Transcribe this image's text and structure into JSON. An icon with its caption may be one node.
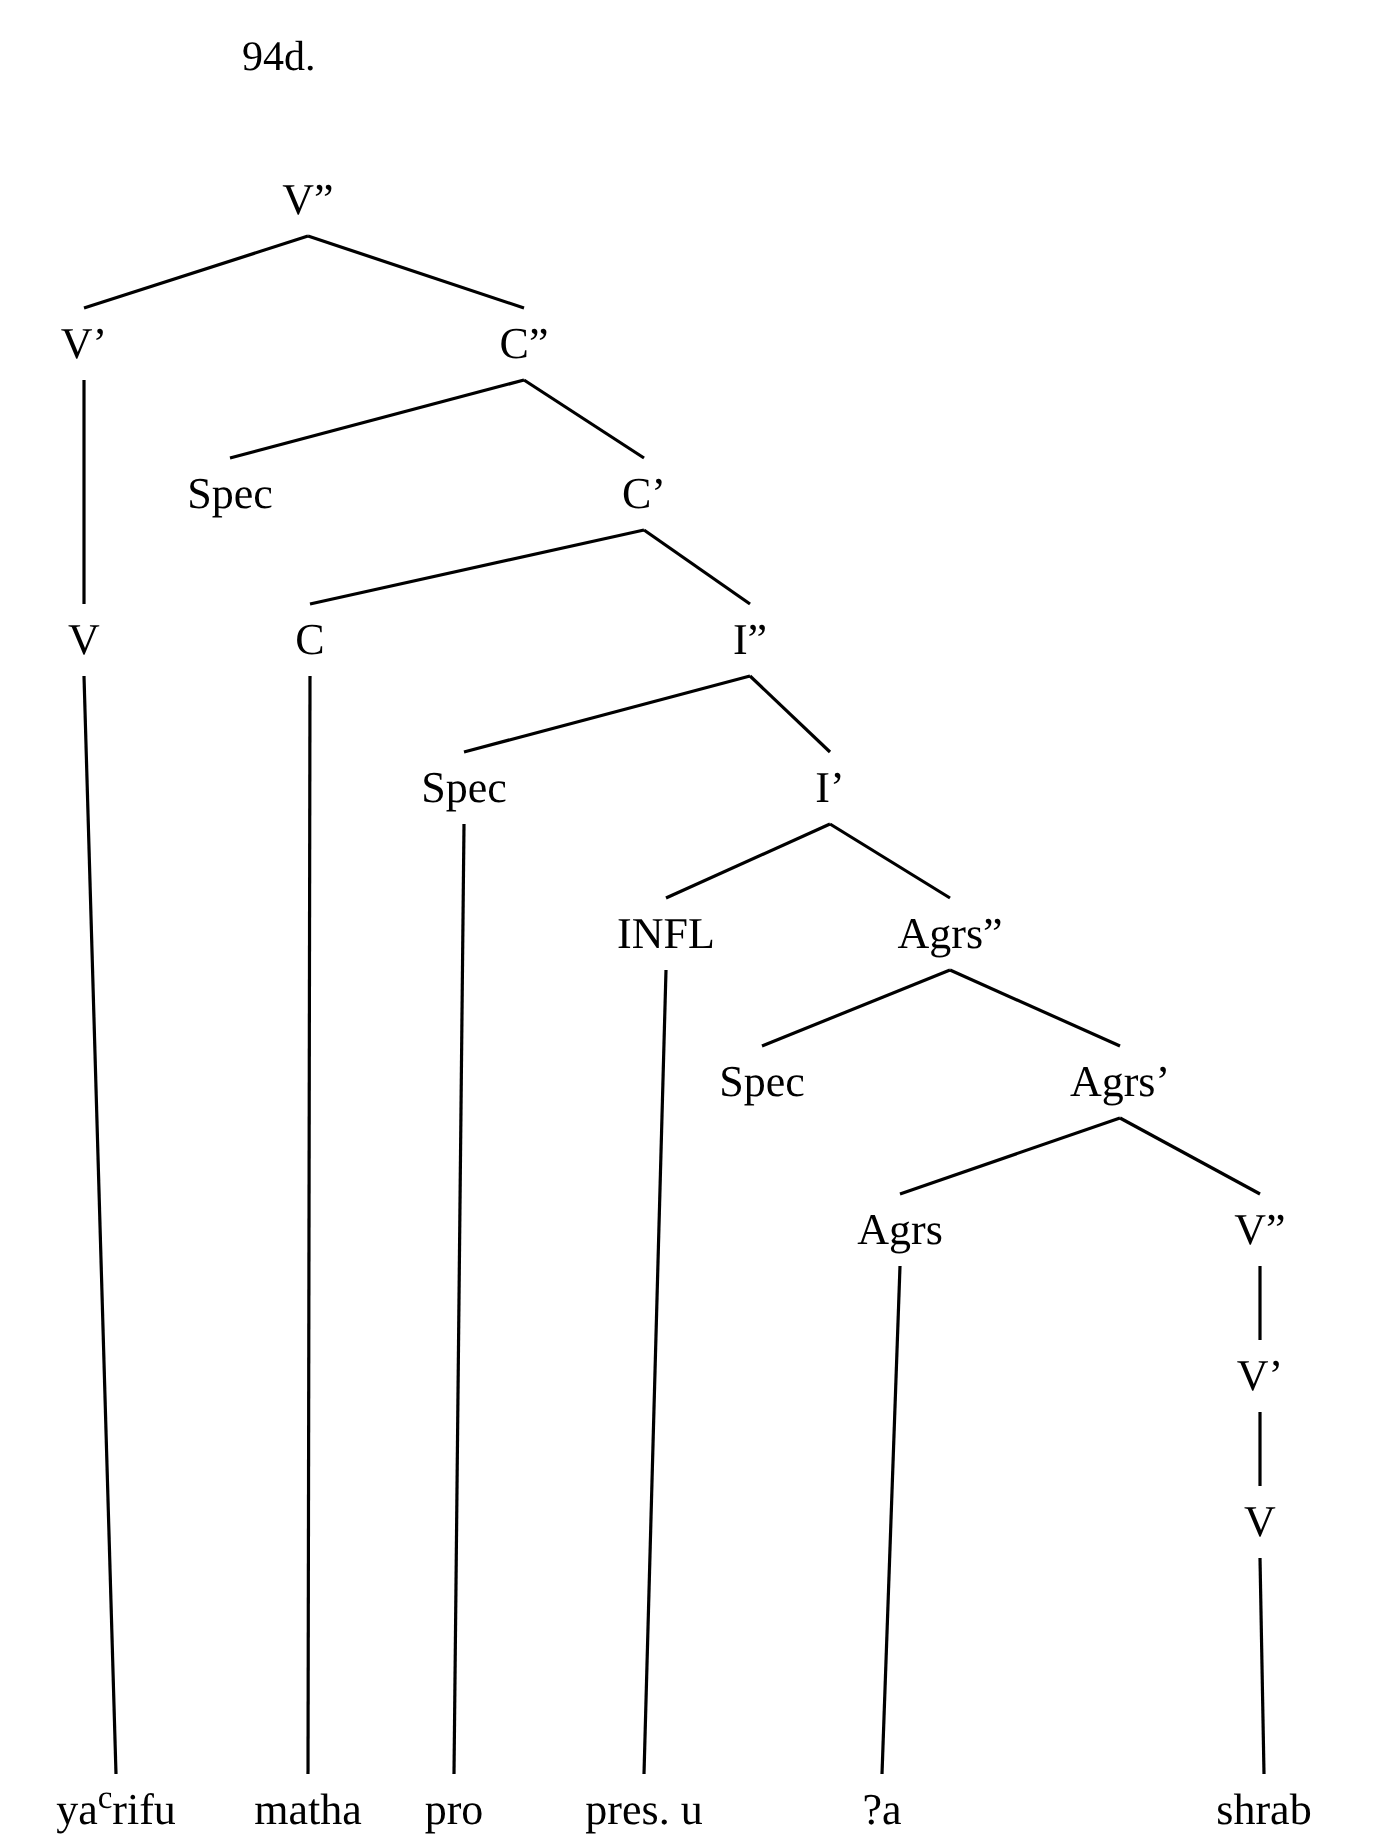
{
  "diagram": {
    "nodes": [
      {
        "text": [
          "V”"
        ]
      },
      {
        "text": [
          "V’"
        ]
      },
      {
        "text": [
          "C”"
        ]
      },
      {
        "text": [
          "Spec"
        ]
      },
      {
        "text": [
          "C’"
        ]
      },
      {
        "text": [
          "V"
        ]
      },
      {
        "text": [
          "C"
        ]
      },
      {
        "text": [
          "I”"
        ]
      },
      {
        "text": [
          "Spec"
        ]
      },
      {
        "text": [
          "I’"
        ]
      },
      {
        "text": [
          "INFL"
        ]
      },
      {
        "text": [
          "Agrs”"
        ]
      },
      {
        "text": [
          "Spec"
        ]
      },
      {
        "text": [
          "Agrs’"
        ]
      },
      {
        "text": [
          "Agrs"
        ]
      },
      {
        "text": [
          "V”"
        ]
      },
      {
        "text": [
          "V’"
        ]
      },
      {
        "text": [
          "V"
        ]
      },
      {
        "text": [
          "ya$^{c}$rifu"
        ]
      },
      {
        "text": [
          "matha"
        ]
      },
      {
        "text": [
          "pro"
        ]
      },
      {
        "text": [
          "pres. u"
        ]
      },
      {
        "text": [
          "?a"
        ]
      },
      {
        "text": [
          "shrab"
        ]
      }
    ],
    "edges": [
      {
        "from": 0,
        "to": 1,
        "arrow": "none"
      },
      {
        "from": 0,
        "to": 2,
        "arrow": "none"
      },
      {
        "from": 1,
        "to": 5,
        "arrow": "none"
      },
      {
        "from": 2,
        "to": 3,
        "arrow": "none"
      },
      {
        "from": 2,
        "to": 4,
        "arrow": "none"
      },
      {
        "from": 4,
        "to": 6,
        "arrow": "none"
      },
      {
        "from": 4,
        "to": 7,
        "arrow": "none"
      },
      {
        "from": 5,
        "to": 18,
        "arrow": "none"
      },
      {
        "from": 6,
        "to": 19,
        "arrow": "none"
      },
      {
        "from": 7,
        "to": 8,
        "arrow": "none"
      },
      {
        "from": 7,
        "to": 9,
        "arrow": "none"
      },
      {
        "from": 8,
        "to": 20,
        "arrow": "none"
      },
      {
        "from": 9,
        "to": 10,
        "arrow": "none"
      },
      {
        "from": 9,
        "to": 11,
        "arrow": "none"
      },
      {
        "from": 10,
        "to": 21,
        "arrow": "none"
      },
      {
        "from": 11,
        "to": 12,
        "arrow": "none"
      },
      {
        "from": 11,
        "to": 13,
        "arrow": "none"
      },
      {
        "from": 13,
        "to": 14,
        "arrow": "none"
      },
      {
        "from": 13,
        "to": 15,
        "arrow": "none"
      },
      {
        "from": 14,
        "to": 22,
        "arrow": "none"
      },
      {
        "from": 15,
        "to": 16,
        "arrow": "none"
      },
      {
        "from": 16,
        "to": 17,
        "arrow": "none"
      },
      {
        "from": 17,
        "to": 23,
        "arrow": "none"
      }
    ],
    "labels": [
      "94d."
    ]
  }
}
